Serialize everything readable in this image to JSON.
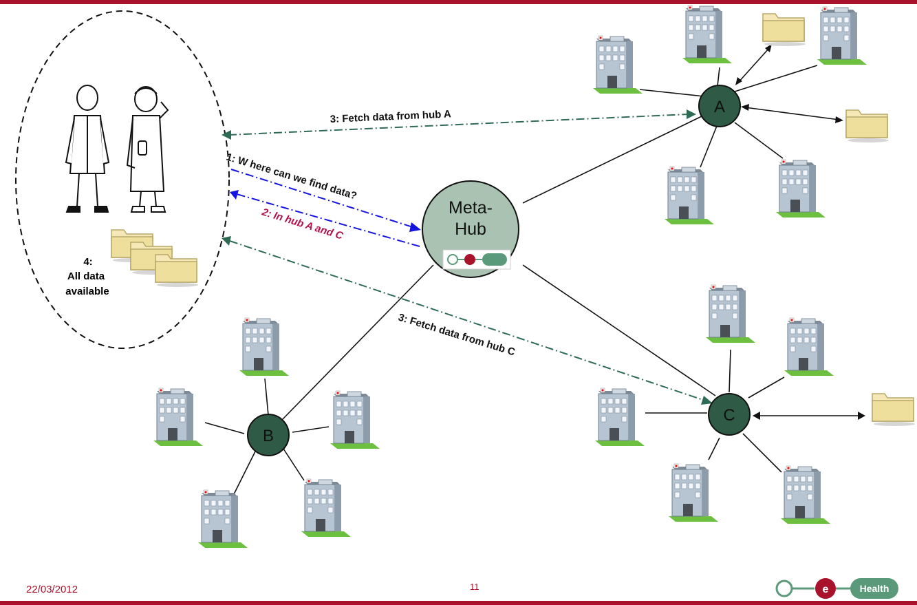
{
  "hubs": [
    {
      "id": "A",
      "label": "A"
    },
    {
      "id": "B",
      "label": "B"
    },
    {
      "id": "C",
      "label": "C"
    }
  ],
  "metahub": {
    "line1": "Meta-",
    "line2": "Hub"
  },
  "arrows": {
    "step1": "1: W here can we  find data?",
    "step2": "2: In  hub A and  C",
    "step3a": "3: Fetch  data from hub A",
    "step3c": "3: Fetch  data from hub C"
  },
  "users": {
    "step4_num": "4:",
    "step4_line1": "All  data",
    "step4_line2": "available"
  },
  "footer": {
    "date": "22/03/2012",
    "page": "11",
    "logo_e": "e",
    "logo_health": "Health"
  },
  "colors": {
    "hub_fill": "#2f5a45",
    "metahub_fill": "#a9c2b2",
    "accent_red": "#a8122a",
    "arrow_green": "#2e6b55",
    "arrow_blue": "#1515e0",
    "label_magenta": "#b0124e"
  }
}
